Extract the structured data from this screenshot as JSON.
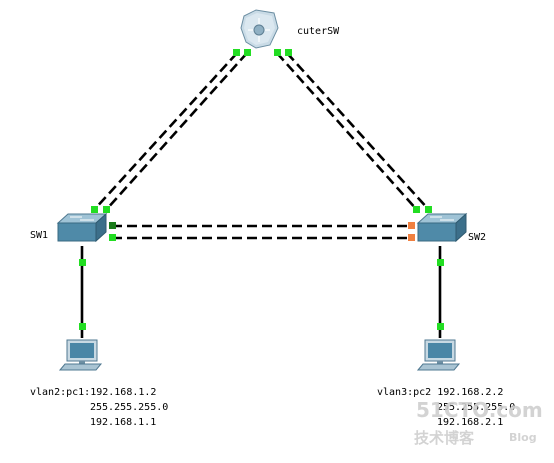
{
  "devices": {
    "core": {
      "label": "cuterSW",
      "icon": "multilayer-switch-icon"
    },
    "sw1": {
      "label": "SW1",
      "icon": "switch-icon"
    },
    "sw2": {
      "label": "SW2",
      "icon": "switch-icon"
    },
    "pc1": {
      "icon": "pc-icon",
      "lines": [
        "vlan2:pc1:192.168.1.2",
        "255.255.255.0",
        "192.168.1.1"
      ]
    },
    "pc2": {
      "icon": "pc-icon",
      "lines": [
        "vlan3:pc2 192.168.2.2",
        "255.255.255.0",
        "192.168.2.1"
      ]
    }
  },
  "link_status": {
    "up_color": "#22dd22",
    "blocking_color": "#f08040",
    "dark_up_color": "#1a7a1a"
  },
  "watermark": {
    "site": "51CTO.com",
    "sub": "技术博客",
    "blog": "Blog"
  }
}
